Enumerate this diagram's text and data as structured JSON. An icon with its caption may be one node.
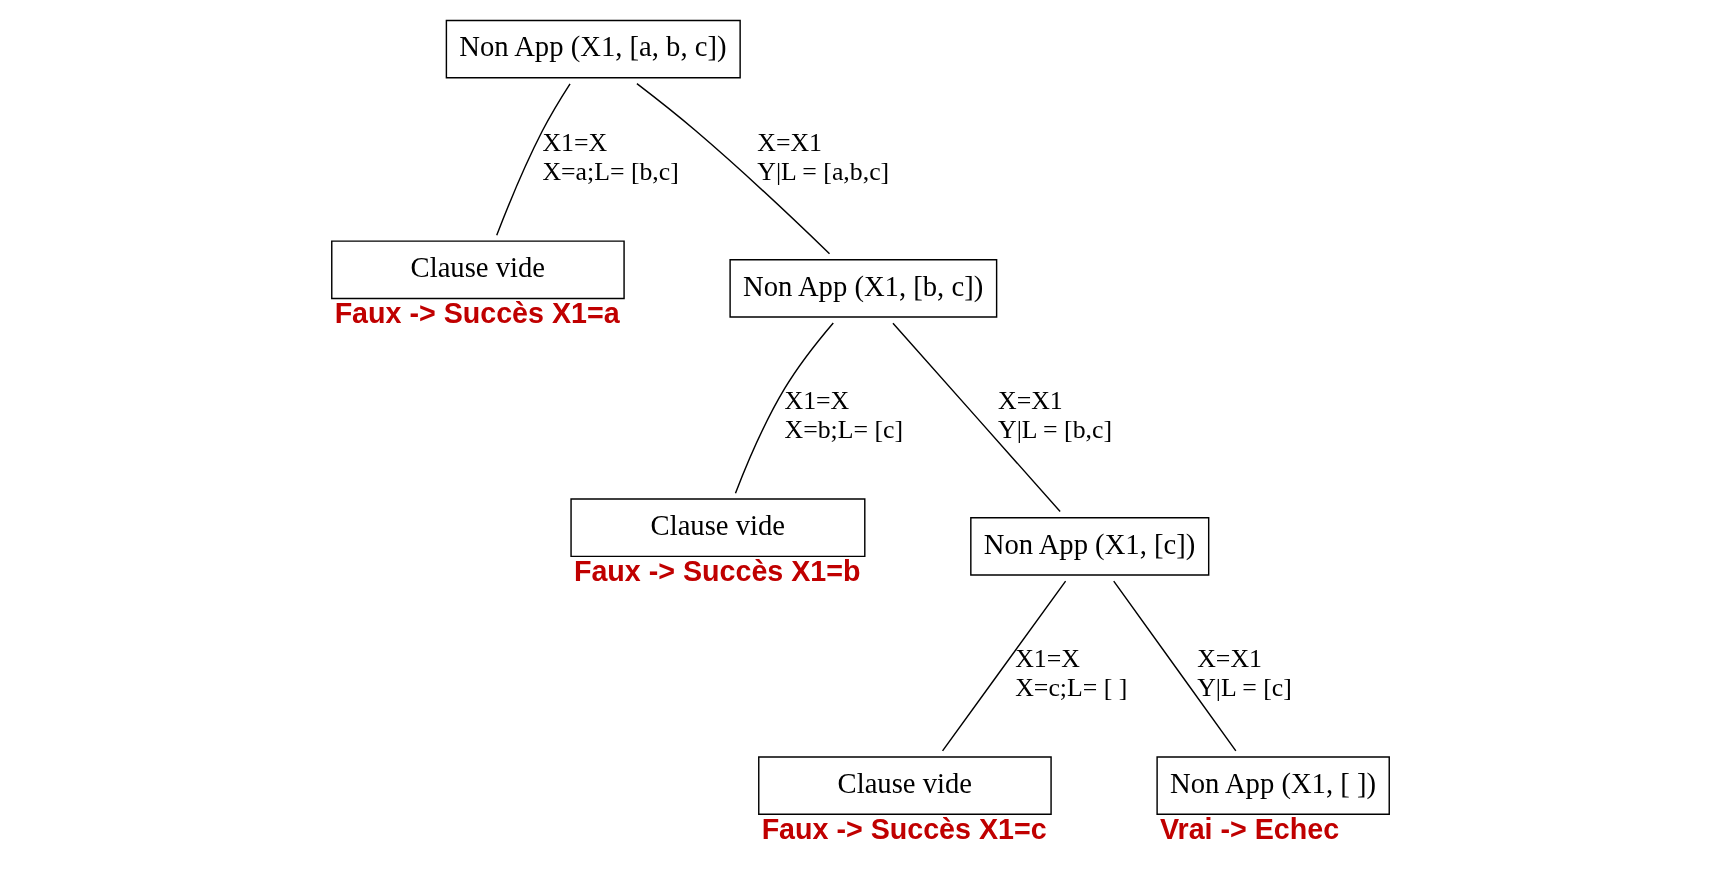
{
  "diagram": {
    "nodes": [
      {
        "text": [
          "Non App (X1, [a, b, c])"
        ]
      },
      {
        "text": [
          "Clause vide"
        ],
        "beside": [
          "Faux -> Succès X1=a"
        ]
      },
      {
        "text": [
          "Non App (X1, [b, c])"
        ]
      },
      {
        "text": [
          "Clause vide"
        ],
        "beside": [
          "Faux -> Succès X1=b"
        ]
      },
      {
        "text": [
          "Non App (X1, [c])"
        ]
      },
      {
        "text": [
          "Clause vide"
        ],
        "beside": [
          "Faux -> Succès X1=c"
        ]
      },
      {
        "text": [
          "Non App (X1, [ ])"
        ],
        "beside": [
          "Vrai -> Echec"
        ]
      }
    ],
    "edges": [
      {
        "from": 0,
        "to": 1,
        "arrow": "none",
        "label": "X1=X X=a;L= [b,c]"
      },
      {
        "from": 0,
        "to": 2,
        "arrow": "none",
        "label": "X=X1 Y|L = [a,b,c]"
      },
      {
        "from": 2,
        "to": 3,
        "arrow": "none",
        "label": "X1=X X=b;L= [c]"
      },
      {
        "from": 2,
        "to": 4,
        "arrow": "none",
        "label": "X=X1 Y|L = [b,c]"
      },
      {
        "from": 4,
        "to": 5,
        "arrow": "none",
        "label": "X1=X X=c;L= [ ]"
      },
      {
        "from": 4,
        "to": 6,
        "arrow": "none",
        "label": "X=X1 Y|L = [c]"
      }
    ]
  }
}
